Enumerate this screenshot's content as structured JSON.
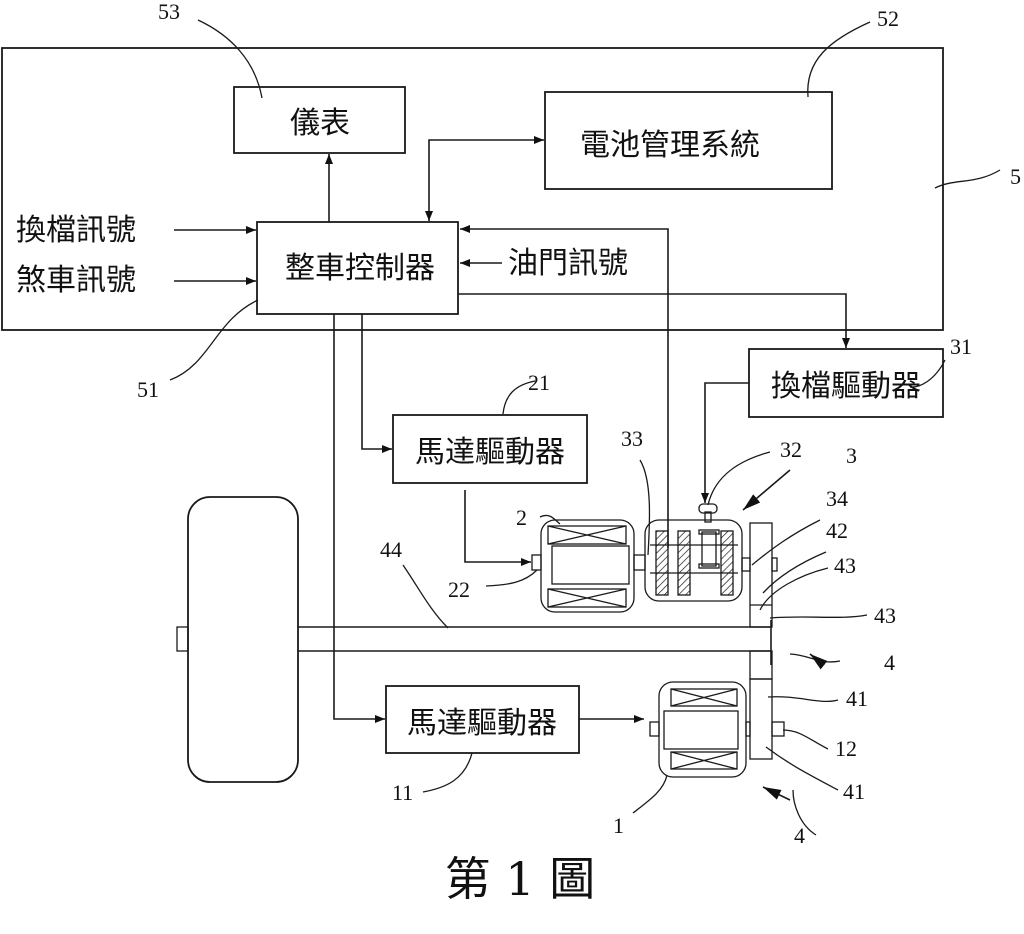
{
  "figure": {
    "caption": "第 1 圖"
  },
  "blocks": {
    "meter": {
      "label": "儀表",
      "ref": "53"
    },
    "bms": {
      "label": "電池管理系統",
      "ref": "52"
    },
    "vcu": {
      "label": "整車控制器",
      "ref": "51"
    },
    "shift_driver": {
      "label": "換檔驅動器",
      "ref": "31"
    },
    "motor_driver_upper": {
      "label": "馬達驅動器",
      "ref": "21"
    },
    "motor_driver_lower": {
      "label": "馬達驅動器",
      "ref": "11"
    },
    "control_system": {
      "ref": "5"
    }
  },
  "signals": {
    "shift_signal": "換檔訊號",
    "brake_signal": "煞車訊號",
    "throttle_signal": "油門訊號"
  },
  "components": {
    "motor_upper": "2",
    "motor_upper_shaft": "22",
    "gearbox": "3",
    "gearbox_actuator": "32",
    "gearbox_input": "33",
    "gearbox_output": "34",
    "transmission": "4",
    "transmission_lower": "4",
    "gear_42": "42",
    "gear_43a": "43",
    "gear_43b": "43",
    "axle": "44",
    "gear_41a": "41",
    "gear_41b": "41",
    "motor_lower": "1",
    "motor_lower_shaft": "12"
  }
}
